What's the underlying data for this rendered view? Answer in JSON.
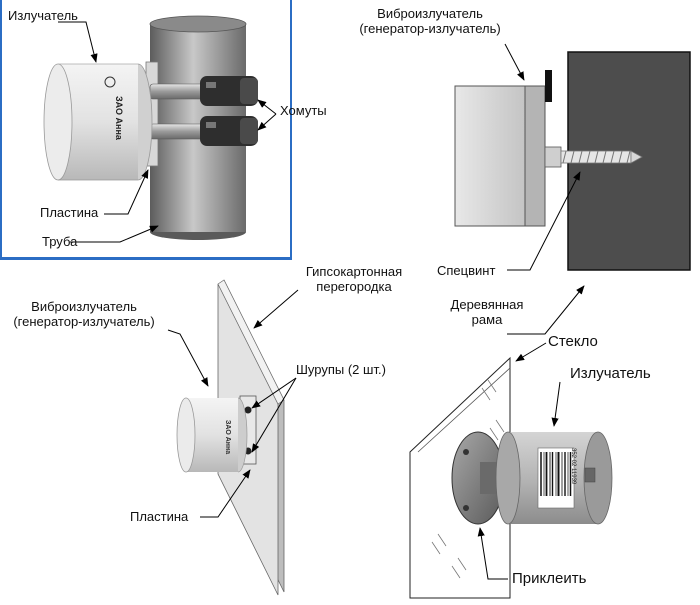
{
  "colors": {
    "panel_blue": "#2b6dc4",
    "wall_dark": "#4d4d4d",
    "gypsum_board": "#e3e3e3",
    "glass": "#ffffff"
  },
  "panel1": {
    "label_emitter": "Излучатель",
    "label_clamps": "Хомуты",
    "label_plate": "Пластина",
    "label_pipe": "Труба",
    "device_brand": "ЗАО Анна"
  },
  "panel2": {
    "title_line1": "Виброизлучатель",
    "title_line2": "(генератор-излучатель)",
    "label_screw": "Спецвинт"
  },
  "panel3": {
    "title_line1": "Гипсокартонная",
    "title_line2": "перегородка",
    "device_line1": "Виброизлучатель",
    "device_line2": "(генератор-излучатель)",
    "label_screws": "Шурупы (2 шт.)",
    "label_plate": "Пластина",
    "device_brand": "ЗАО Анна"
  },
  "panel4": {
    "frame_line1": "Деревянная",
    "frame_line2": "рама",
    "label_glass": "Стекло",
    "label_emitter": "Излучатель",
    "label_glue": "Приклеить",
    "barcode_number": "352 02 11939"
  }
}
